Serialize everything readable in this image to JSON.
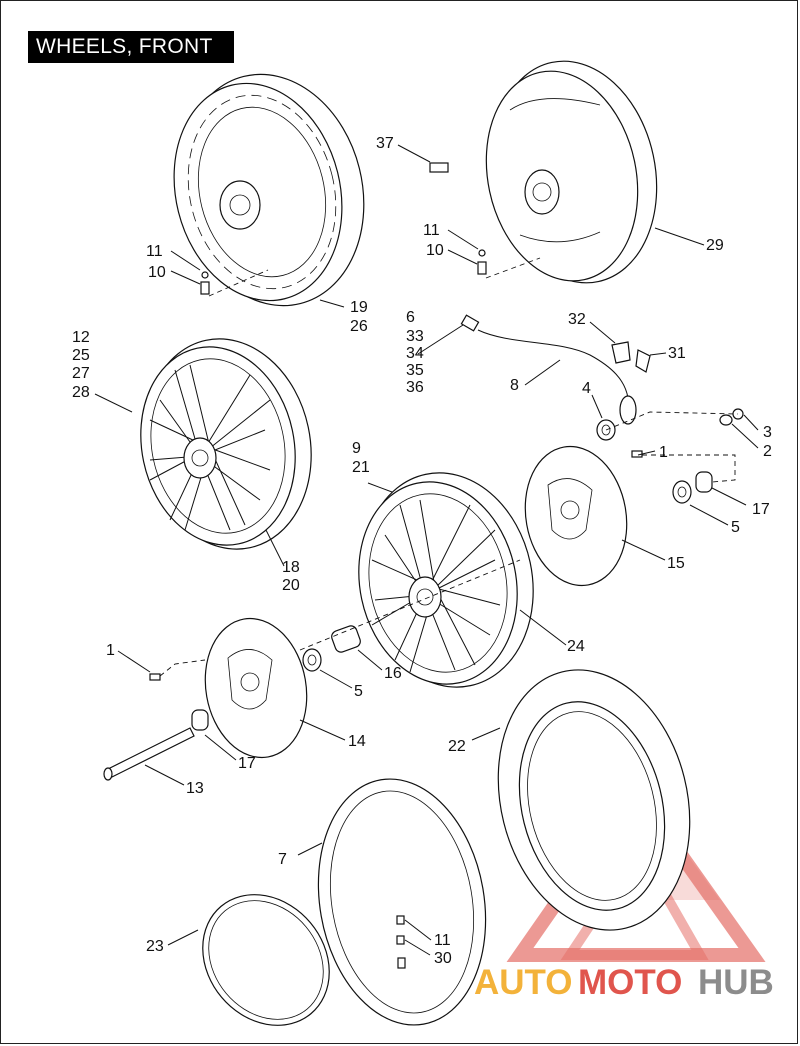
{
  "title": "WHEELS, FRONT",
  "callouts": {
    "c37": "37",
    "c11a": "11",
    "c10a": "10",
    "c29": "29",
    "c11b": "11",
    "c10b": "10",
    "c19": "19",
    "c26": "26",
    "c6": "6",
    "c33": "33",
    "c34": "34",
    "c35": "35",
    "c36": "36",
    "c32": "32",
    "c31": "31",
    "c8": "8",
    "c12": "12",
    "c25": "25",
    "c27": "27",
    "c28": "28",
    "c4": "4",
    "c3": "3",
    "c2": "2",
    "c9": "9",
    "c21": "21",
    "c1a": "1",
    "c17a": "17",
    "c5a": "5",
    "c15": "15",
    "c18": "18",
    "c20": "20",
    "c24": "24",
    "c1b": "1",
    "c16": "16",
    "c5b": "5",
    "c14": "14",
    "c17b": "17",
    "c13": "13",
    "c22": "22",
    "c7": "7",
    "c23": "23",
    "c11c": "11",
    "c30": "30"
  },
  "watermark": {
    "auto": "AUTO",
    "moto": "MOTO",
    "hub": "HUB",
    "color_orange": "#f3b23a",
    "color_red": "#e0554d",
    "color_grey": "#8c8c8c"
  }
}
